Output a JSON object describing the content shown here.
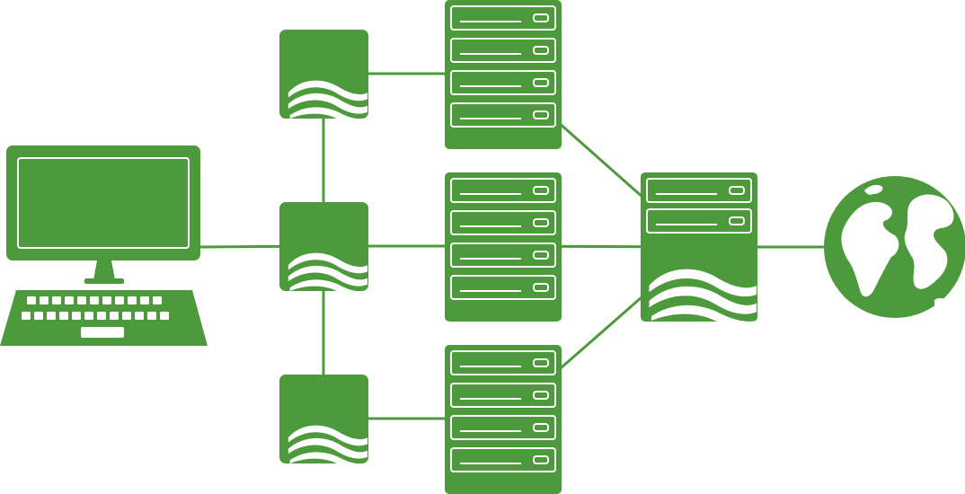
{
  "colors": {
    "primary": "#4c9a3b",
    "background": "#ffffff",
    "detail": "#ffffff"
  },
  "nodes": [
    {
      "id": "workstation",
      "kind": "computer",
      "icon": "desktop-computer-icon"
    },
    {
      "id": "switch-top",
      "kind": "switch",
      "icon": "wave-logo-icon"
    },
    {
      "id": "switch-middle",
      "kind": "switch",
      "icon": "wave-logo-icon"
    },
    {
      "id": "switch-bottom",
      "kind": "switch",
      "icon": "wave-logo-icon"
    },
    {
      "id": "server-rack-top",
      "kind": "rack",
      "units": 4
    },
    {
      "id": "server-rack-middle",
      "kind": "rack",
      "units": 4
    },
    {
      "id": "server-rack-bottom",
      "kind": "rack",
      "units": 4
    },
    {
      "id": "gateway-server",
      "kind": "gateway",
      "units": 2,
      "icon": "wave-logo-icon"
    },
    {
      "id": "internet",
      "kind": "globe",
      "icon": "globe-icon"
    }
  ],
  "links": [
    [
      "workstation",
      "switch-middle"
    ],
    [
      "switch-top",
      "switch-middle"
    ],
    [
      "switch-middle",
      "switch-bottom"
    ],
    [
      "switch-top",
      "server-rack-top"
    ],
    [
      "switch-middle",
      "server-rack-middle"
    ],
    [
      "switch-bottom",
      "server-rack-bottom"
    ],
    [
      "server-rack-top",
      "gateway-server"
    ],
    [
      "server-rack-middle",
      "gateway-server"
    ],
    [
      "server-rack-bottom",
      "gateway-server"
    ],
    [
      "gateway-server",
      "internet"
    ]
  ]
}
